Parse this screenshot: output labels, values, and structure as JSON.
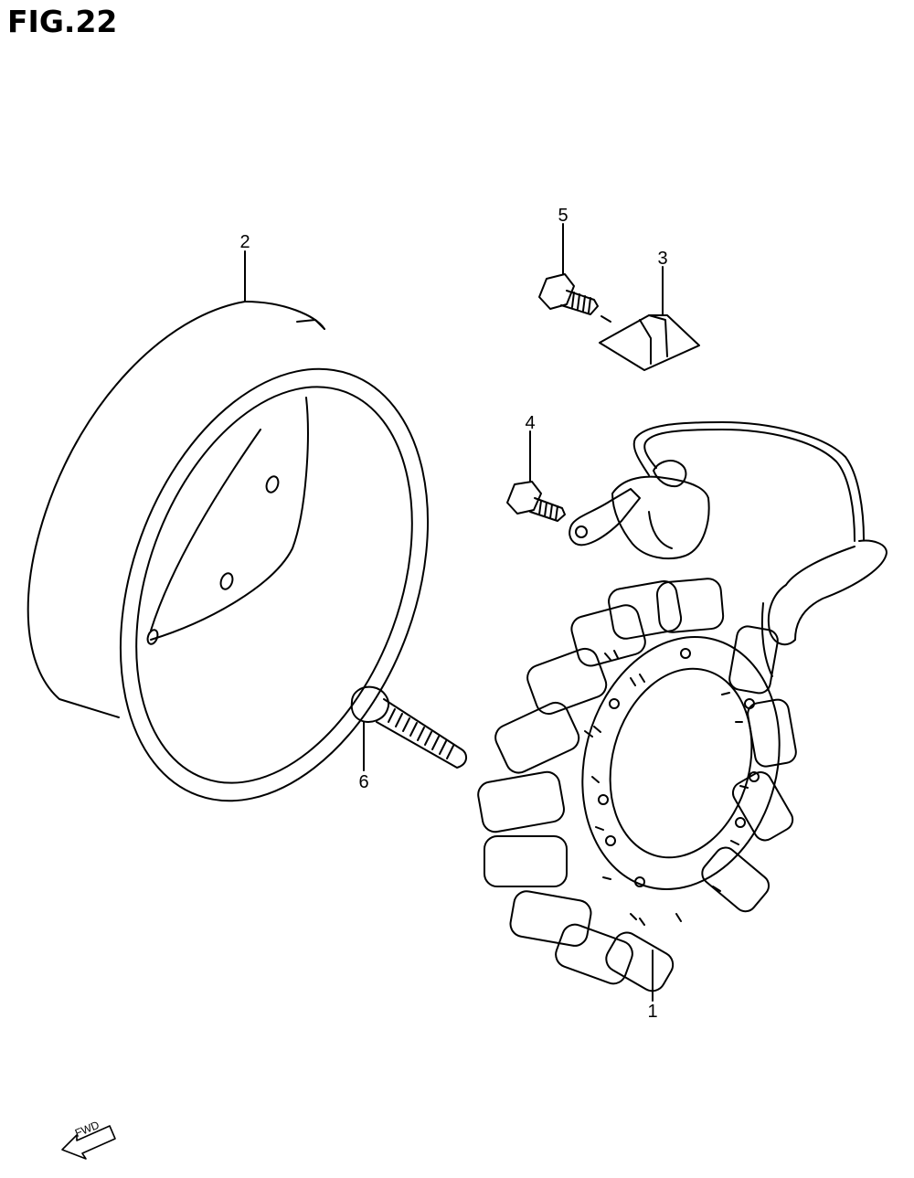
{
  "figure": {
    "title": "FIG.22"
  },
  "callouts": {
    "part_1": "1",
    "part_2": "2",
    "part_3": "3",
    "part_4": "4",
    "part_5": "5",
    "part_6": "6"
  },
  "direction_indicator": {
    "label": "FWD",
    "icon": "forward-arrow-icon"
  },
  "colors": {
    "line": "#000000",
    "background": "#ffffff"
  }
}
